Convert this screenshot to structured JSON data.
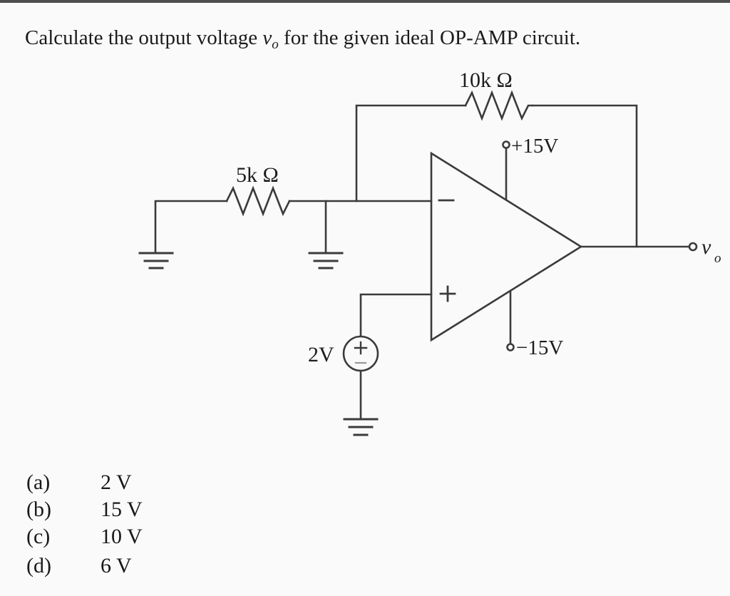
{
  "question": {
    "prefix": "Calculate the output voltage ",
    "var": "v",
    "var_sub": "o",
    "suffix": " for the given ideal OP-AMP circuit."
  },
  "circuit": {
    "feedback_resistor_label": "10k Ω",
    "input_resistor_label": "5k Ω",
    "positive_supply_label": "+15V",
    "negative_supply_label": "−15V",
    "source_label": "2V",
    "source_plus": "+",
    "source_minus": "−",
    "opamp_minus_input": "−",
    "opamp_plus_input": "+",
    "output_var": "v",
    "output_sub": "o",
    "wire_color": "#3b3b3b"
  },
  "options": [
    {
      "label": "(a)",
      "value": "2 V"
    },
    {
      "label": "(b)",
      "value": "15 V"
    },
    {
      "label": "(c)",
      "value": "10 V"
    },
    {
      "label": "(d)",
      "value": "6 V"
    }
  ]
}
